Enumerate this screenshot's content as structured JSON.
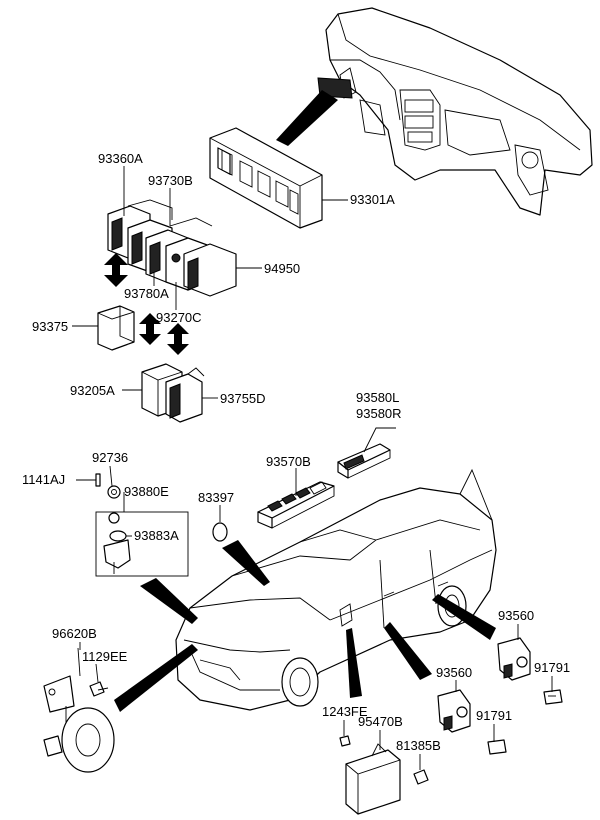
{
  "diagram": {
    "part_numbers": {
      "p93360A": "93360A",
      "p93730B": "93730B",
      "p93301A": "93301A",
      "p94950": "94950",
      "p93780A": "93780A",
      "p93270C": "93270C",
      "p93375": "93375",
      "p93205A": "93205A",
      "p93755D": "93755D",
      "p93580L": "93580L",
      "p93580R": "93580R",
      "p92736": "92736",
      "p1141AJ": "1141AJ",
      "p93570B": "93570B",
      "p93880E": "93880E",
      "p83397": "83397",
      "p93883A": "93883A",
      "p93560_upper": "93560",
      "p96620B": "96620B",
      "p1129EE": "1129EE",
      "p91791_upper": "91791",
      "p93560_lower": "93560",
      "p1243FE": "1243FE",
      "p95470B": "95470B",
      "p91791_lower": "91791",
      "p81385B": "81385B"
    }
  }
}
